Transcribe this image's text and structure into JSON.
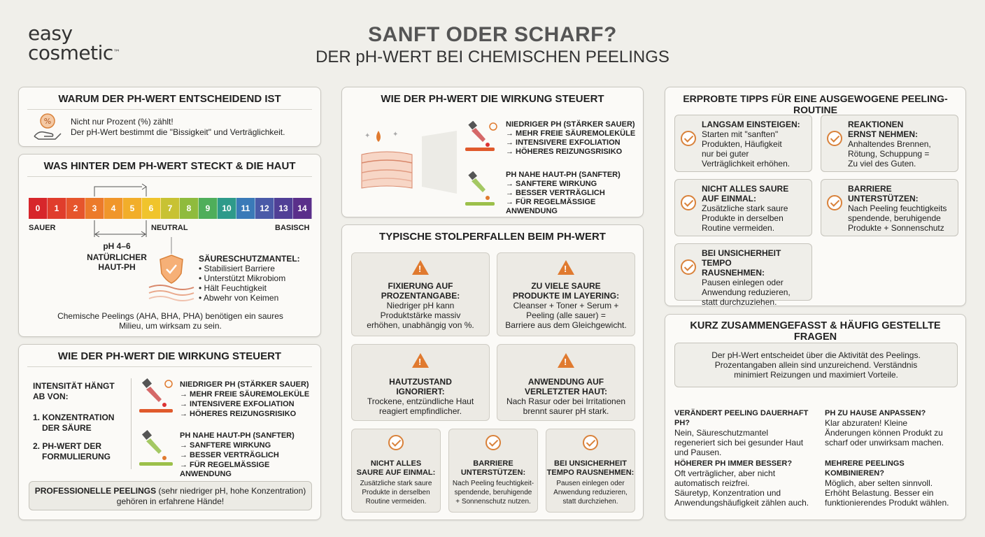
{
  "logo": {
    "line1": "easy",
    "line2": "cosmetic",
    "tm": "™"
  },
  "header": {
    "title": "SANFT ODER SCHARF?",
    "subtitle": "DER pH-WERT BEI CHEMISCHEN PEELINGS"
  },
  "warum": {
    "title": "WARUM DER PH-WERT ENTSCHEIDEND IST",
    "line1": "Nicht nur Prozent (%) zählt!",
    "line2": "Der pH-Wert bestimmt die \"Bissigkeit\" und Verträglichkeit.",
    "icon_label": "%"
  },
  "skala": {
    "title": "WAS HINTER DEM PH-WERT STECKT & DIE HAUT",
    "numbers": [
      "0",
      "1",
      "2",
      "3",
      "4",
      "5",
      "6",
      "7",
      "8",
      "9",
      "10",
      "11",
      "12",
      "13",
      "14"
    ],
    "colors": [
      "#d7262b",
      "#e03d2c",
      "#e6552c",
      "#ec7a2a",
      "#f0962a",
      "#f2ae2a",
      "#f0c42c",
      "#c8c233",
      "#8fbb3d",
      "#4fae5a",
      "#2e9a8a",
      "#3a7ab8",
      "#4a5aa8",
      "#503f96",
      "#5a2f8a"
    ],
    "sauer": "SAUER",
    "neutral": "NEUTRAL",
    "basisch": "BASISCH",
    "range": "pH 4–6",
    "haut1": "NATÜRLICHER",
    "haut2": "HAUT-PH",
    "mantel_title": "SÄURESCHUTZMANTEL:",
    "mantel_items": [
      "• Stabilisiert Barriere",
      "• Unterstützt Mikrobiom",
      "• Hält Feuchtigkeit",
      "• Abwehr von Keimen"
    ],
    "footer1": "Chemische Peelings (AHA, BHA, PHA) benötigen ein saures",
    "footer2": "Milieu, um wirksam zu sein."
  },
  "steuert_left": {
    "title": "WIE DER PH-WERT DIE WIRKUNG STEUERT",
    "intensity1": "INTENSITÄT HÄNGT",
    "intensity2": "AB VON:",
    "item1a": "1. KONZENTRATION",
    "item1b": "DER SÄURE",
    "item2a": "2. PH-WERT DER",
    "item2b": "FORMULIERUNG",
    "low_title": "NIEDRIGER PH (STÄRKER SAUER)",
    "low_items": [
      "→ MEHR FREIE SÄUREMOLEKÜLE",
      "→ INTENSIVERE EXFOLIATION",
      "→ HÖHERES REIZUNGSRISIKO"
    ],
    "high_title": "PH NAHE HAUT-PH (SANFTER)",
    "high_items": [
      "→ SANFTERE WIRKUNG",
      "→ BESSER VERTRÄGLICH",
      "→ FÜR REGELMÄSSIGE ANWENDUNG"
    ],
    "pro_bold": "PROFESSIONELLE PEELINGS",
    "pro_rest": " (sehr niedriger pH, hohe Konzentration)",
    "pro_line2": "gehören in erfahrene Hände!"
  },
  "steuert_mid": {
    "title": "WIE DER PH-WERT DIE WIRKUNG STEUERT",
    "low_title": "NIEDRIGER PH (STÄRKER SAUER)",
    "low_items": [
      "→ MEHR FREIE SÄUREMOLEKÜLE",
      "→ INTENSIVERE EXFOLIATION",
      "→ HÖHERES REIZUNGSRISIKO"
    ],
    "high_title": "PH NAHE HAUT-PH (SANFTER)",
    "high_items": [
      "→ SANFTERE WIRKUNG",
      "→ BESSER VERTRÄGLICH",
      "→ FÜR REGELMÄSSIGE ANWENDUNG"
    ]
  },
  "stolper": {
    "title": "TYPISCHE STOLPERFALLEN BEIM PH-WERT",
    "warn_glyph": "!",
    "c1": {
      "t1": "FIXIERUNG AUF",
      "t2": "PROZENTANGABE:",
      "b": [
        "Niedriger pH kann",
        "Produktstärke massiv",
        "erhöhen, unabhängig von %."
      ]
    },
    "c2": {
      "t1": "ZU VIELE SAURE",
      "t2": "PRODUKTE IM LAYERING:",
      "b": [
        "Cleanser + Toner + Serum +",
        "Peeling (alle sauer) =",
        "Barriere aus dem Gleichgewicht."
      ]
    },
    "c3": {
      "t1": "HAUTZUSTAND",
      "t2": "IGNORIERT:",
      "b": [
        "Trockene, entzündliche Haut",
        "reagiert empfindlicher."
      ]
    },
    "c4": {
      "t1": "ANWENDUNG AUF",
      "t2": "VERLETZTER HAUT:",
      "b": [
        "Nach Rasur oder bei Irritationen",
        "brennt saurer pH stark."
      ]
    },
    "c5": {
      "t1": "NICHT ALLES",
      "t2": "SAURE AUF EINMAL:",
      "b": [
        "Zusätzliche stark saure",
        "Produkte in derselben",
        "Routine vermeiden."
      ]
    },
    "c6": {
      "t1": "BARRIERE",
      "t2": "UNTERSTÜTZEN:",
      "b": [
        "Nach Peeling feuchtigkeit-",
        "spendende, beruhigende",
        "+ Sonnenschutz nutzen."
      ]
    },
    "c7": {
      "t1": "BEI UNSICHERHEIT",
      "t2": "TEMPO RAUSNEHMEN:",
      "b": [
        "Pausen einlegen oder",
        "Anwendung reduzieren,",
        "statt durchziehen."
      ]
    }
  },
  "tipps": {
    "title": "ERPROBTE TIPPS FÜR EINE AUSGEWOGENE PEELING-ROUTINE",
    "t1": {
      "h": [
        "LANGSAM EINSTEIGEN:"
      ],
      "b": [
        "Starten mit \"sanften\"",
        "Produkten, Häufigkeit",
        "nur bei guter",
        "Verträglichkeit erhöhen."
      ]
    },
    "t2": {
      "h": [
        "REAKTIONEN",
        "ERNST NEHMEN:"
      ],
      "b": [
        "Anhaltendes Brennen,",
        "Rötung, Schuppung =",
        "Zu viel des Guten."
      ]
    },
    "t3": {
      "h": [
        "NICHT ALLES SAURE",
        "AUF EINMAL:"
      ],
      "b": [
        "Zusätzliche stark saure",
        "Produkte in derselben",
        "Routine vermeiden."
      ]
    },
    "t4": {
      "h": [
        "BARRIERE",
        "UNTERSTÜTZEN:"
      ],
      "b": [
        "Nach Peeling feuchtigkeits",
        "spendende, beruhigende",
        "Produkte + Sonnenschutz"
      ]
    },
    "t5": {
      "h": [
        "BEI UNSICHERHEIT TEMPO",
        "RAUSNEHMEN:"
      ],
      "b": [
        "Pausen einlegen oder",
        "Anwendung reduzieren,",
        "statt durchzuziehen."
      ]
    }
  },
  "faq": {
    "title": "KURZ ZUSAMMENGEFASST & HÄUFIG GESTELLTE FRAGEN",
    "summary": [
      "Der pH-Wert entscheidet über die Aktivität des Peelings.",
      "Prozentangaben allein sind unzureichend. Verständnis",
      "minimiert Reizungen und maximiert Vorteile."
    ],
    "q1": {
      "q": "VERÄNDERT PEELING DAUERHAFT PH?",
      "a": [
        "Nein, Säureschutzmantel",
        "regeneriert sich bei gesunder Haut",
        "und Pausen."
      ]
    },
    "q2": {
      "q": "PH ZU HAUSE ANPASSEN?",
      "a": [
        "Klar abzuraten! Kleine",
        "Änderungen können Produkt zu",
        "scharf oder unwirksam machen."
      ]
    },
    "q3": {
      "q": "HÖHERER PH IMMER BESSER?",
      "a": [
        "Oft verträglicher, aber nicht",
        "automatisch reizfrei.",
        "Säuretyp, Konzentration und",
        "Anwendungshäufigkeit zählen auch."
      ]
    },
    "q4": {
      "q": "MEHRERE PEELINGS KOMBINIEREN?",
      "a": [
        "Möglich, aber selten sinnvoll.",
        "Erhöht Belastung. Besser ein",
        "funktionierendes Produkt wählen."
      ]
    }
  }
}
